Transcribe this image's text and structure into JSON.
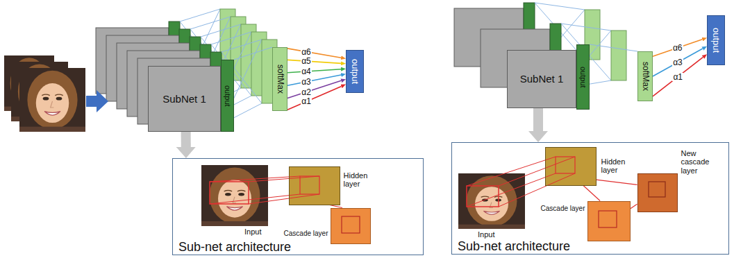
{
  "diagram": {
    "nodes": [
      {
        "text": [
          "SubNet 1"
        ]
      },
      {
        "text": [
          "output"
        ]
      },
      {
        "text": [
          "softMax"
        ]
      },
      {
        "text": [
          "output"
        ]
      },
      {
        "text": [
          "Sub-net architecture"
        ]
      },
      {
        "text": [
          "Hidden layer"
        ],
        "in": 4
      },
      {
        "text": [
          "Cascade layer"
        ],
        "in": 4
      },
      {
        "text": [
          "SubNet 1"
        ]
      },
      {
        "text": [
          "output"
        ]
      },
      {
        "text": [
          "softMax"
        ]
      },
      {
        "text": [
          "output"
        ]
      },
      {
        "text": [
          "Sub-net architecture"
        ]
      },
      {
        "text": [
          "Hidden layer"
        ],
        "in": 11
      },
      {
        "text": [
          "Cascade layer"
        ],
        "in": 11
      },
      {
        "text": [
          "New cascade layer"
        ],
        "in": 11
      }
    ],
    "edges": [
      {
        "from": 1,
        "to": 2,
        "arrow": "none"
      },
      {
        "from": 2,
        "to": 3,
        "arrow": "to",
        "label": "α6"
      },
      {
        "from": 2,
        "to": 3,
        "arrow": "to",
        "label": "α5"
      },
      {
        "from": 2,
        "to": 3,
        "arrow": "to",
        "label": "α4"
      },
      {
        "from": 2,
        "to": 3,
        "arrow": "to",
        "label": "α3"
      },
      {
        "from": 2,
        "to": 3,
        "arrow": "to",
        "label": "α2"
      },
      {
        "from": 2,
        "to": 3,
        "arrow": "to",
        "label": "α1"
      },
      {
        "from": 0,
        "to": 4,
        "arrow": "to"
      },
      {
        "from": 5,
        "to": 6,
        "arrow": "none"
      },
      {
        "from": 8,
        "to": 9,
        "arrow": "none"
      },
      {
        "from": 9,
        "to": 10,
        "arrow": "to",
        "label": "α6"
      },
      {
        "from": 9,
        "to": 10,
        "arrow": "to",
        "label": "α3"
      },
      {
        "from": 9,
        "to": 10,
        "arrow": "to",
        "label": "α1"
      },
      {
        "from": 7,
        "to": 11,
        "arrow": "to"
      },
      {
        "from": 12,
        "to": 13,
        "arrow": "none"
      },
      {
        "from": 12,
        "to": 14,
        "arrow": "none"
      },
      {
        "from": 13,
        "to": 14,
        "arrow": "none"
      }
    ],
    "labels": [
      "Input",
      "Input"
    ]
  }
}
